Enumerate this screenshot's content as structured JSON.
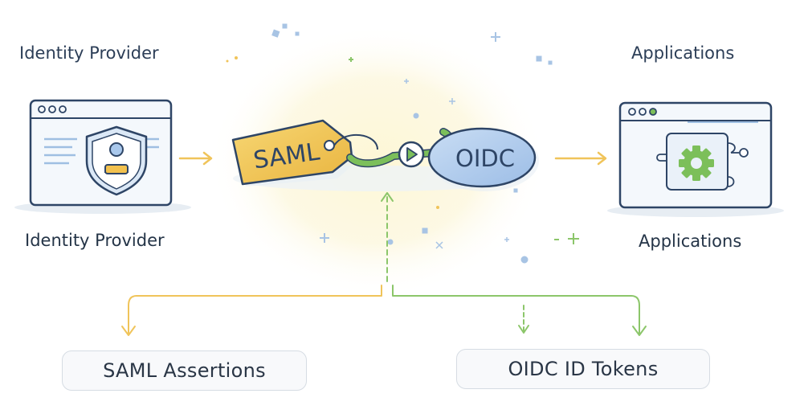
{
  "left": {
    "title": "Identity Provider",
    "caption": "Identity Provider"
  },
  "right": {
    "title": "Applications",
    "caption": "Applications"
  },
  "center": {
    "saml_tag": "SAML",
    "oidc_tag": "OIDC"
  },
  "outputs": {
    "saml": "SAML Assertions",
    "oidc": "OIDC ID Tokens"
  },
  "colors": {
    "saml_yellow": "#f2c14e",
    "oidc_blue": "#a9c8ec",
    "connector_green": "#7cbf5a",
    "arrow_yellow": "#f0c45a",
    "line_green": "#8cc66a",
    "outline_navy": "#2e4566",
    "glow": "#fbf3c9"
  },
  "icons": [
    "browser-window-icon",
    "shield-user-icon",
    "gear-icon",
    "play-icon"
  ]
}
